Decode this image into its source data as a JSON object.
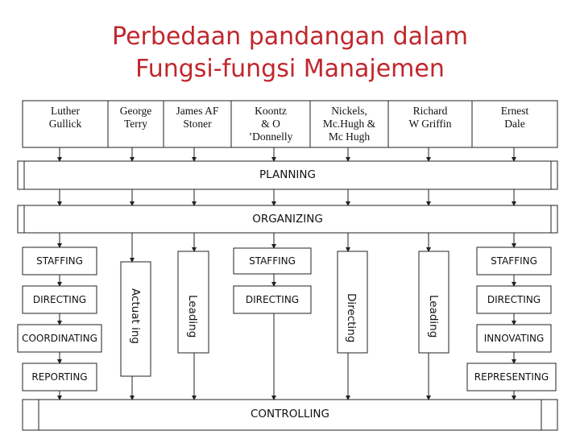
{
  "title": {
    "line1": "Perbedaan pandangan dalam",
    "line2": "Fungsi-fungsi Manajemen"
  },
  "headers": [
    "Luther\nGullick",
    "George\nTerry",
    "James AF\nStoner",
    "Koontz\n& O\n’Donnelly",
    "Nickels,\nMc.Hugh &\nMc Hugh",
    "Richard\nW Griffin",
    "Ernest\nDale"
  ],
  "bars": {
    "planning": "PLANNING",
    "organizing": "ORGANIZING",
    "controlling": "CONTROLLING"
  },
  "left_column": [
    "STAFFING",
    "DIRECTING",
    "COORDINATING",
    "REPORTING"
  ],
  "middle_column": [
    "STAFFING",
    "DIRECTING"
  ],
  "right_column": [
    "STAFFING",
    "DIRECTING",
    "INNOVATING",
    "REPRESENTING"
  ],
  "vertical_boxes": [
    "Actuat ing",
    "Leading",
    "Directing",
    "Leading"
  ],
  "colors": {
    "title": "#c0272d",
    "line": "#222222"
  }
}
